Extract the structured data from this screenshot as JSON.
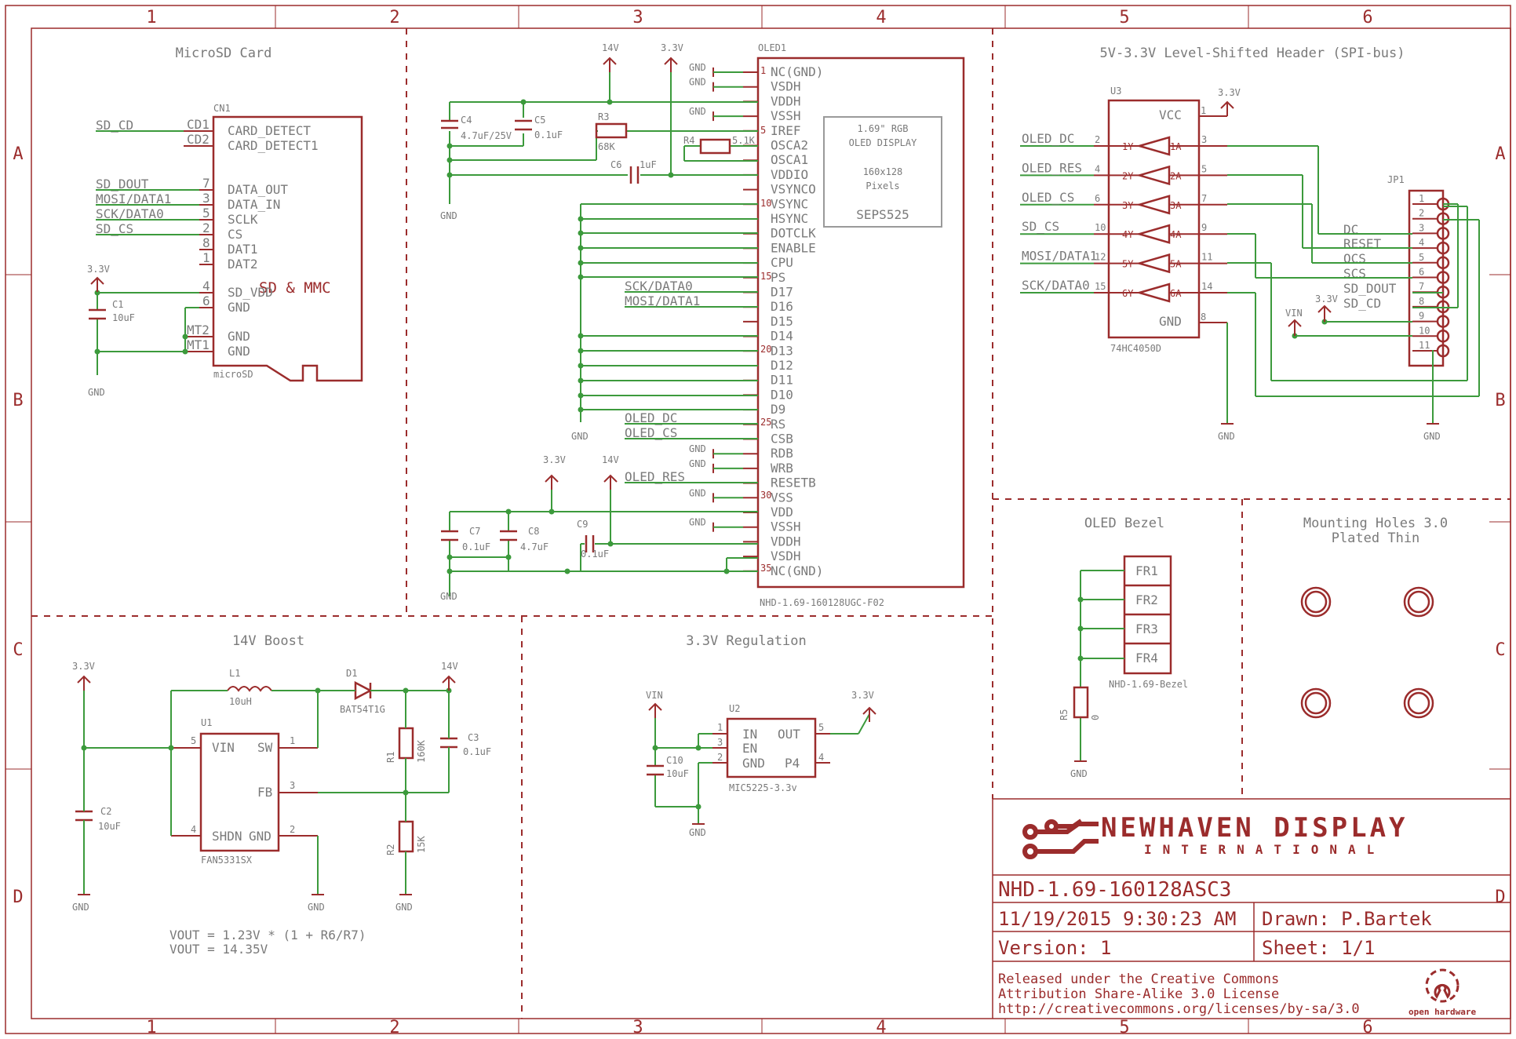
{
  "grid": {
    "columns": [
      "1",
      "2",
      "3",
      "4",
      "5",
      "6"
    ],
    "rows": [
      "A",
      "B",
      "C",
      "D"
    ]
  },
  "sections": {
    "microsd": "MicroSD Card",
    "oled": "",
    "header": "5V-3.3V Level-Shifted Header (SPI-bus)",
    "boost": "14V Boost",
    "regulation": "3.3V Regulation",
    "bezel": "OLED Bezel",
    "holes_line1": "Mounting Holes 3.0",
    "holes_line2": "Plated Thin"
  },
  "microsd": {
    "ref": "CN1",
    "part": "microSD",
    "label": "SD & MMC",
    "pins": [
      "CARD_DETECT",
      "CARD_DETECT1",
      "DATA_OUT",
      "DATA_IN",
      "SCLK",
      "CS",
      "DAT1",
      "DAT2",
      "SD_VDD",
      "GND",
      "GND",
      "GND"
    ],
    "pin_numbers": [
      "CD1",
      "CD2",
      "7",
      "3",
      "5",
      "2",
      "8",
      "1",
      "4",
      "6",
      "MT2",
      "MT1"
    ],
    "nets": [
      "SD_CD",
      "SD_DOUT",
      "MOSI/DATA1",
      "SCK/DATA0",
      "SD_CS"
    ],
    "c1_ref": "C1",
    "c1_val": "10uF",
    "supply": "3.3V",
    "gnd": "GND"
  },
  "oled": {
    "ref": "OLED1",
    "part": "NHD-1.69-160128UGC-F02",
    "panel_lines": [
      "1.69\" RGB",
      "OLED DISPLAY",
      "160x128",
      "Pixels"
    ],
    "driver": "SEPS525",
    "pins": [
      "NC(GND)",
      "VSDH",
      "VDDH",
      "VSSH",
      "IREF",
      "OSCA2",
      "OSCA1",
      "VDDIO",
      "VSYNCO",
      "VSYNC",
      "HSYNC",
      "DOTCLK",
      "ENABLE",
      "CPU",
      "PS",
      "D17",
      "D16",
      "D15",
      "D14",
      "D13",
      "D12",
      "D11",
      "D10",
      "D9",
      "RS",
      "CSB",
      "RDB",
      "WRB",
      "RESETB",
      "VSS",
      "VDD",
      "VSSH",
      "VDDH",
      "VSDH",
      "NC(GND)"
    ],
    "pin_numbers": [
      "1",
      "5",
      "10",
      "15",
      "20",
      "25",
      "30",
      "35"
    ],
    "nets": [
      "SCK/DATA0",
      "MOSI/DATA1",
      "OLED_DC",
      "OLED_CS",
      "OLED_RES"
    ],
    "supplies": [
      "14V",
      "3.3V",
      "14V",
      "3.3V"
    ],
    "gnd": "GND",
    "parts": [
      {
        "ref": "C4",
        "val": "4.7uF/25V"
      },
      {
        "ref": "C5",
        "val": "0.1uF"
      },
      {
        "ref": "R3",
        "val": "68K"
      },
      {
        "ref": "R4",
        "val": "5.1K"
      },
      {
        "ref": "C6",
        "val": "1uF"
      },
      {
        "ref": "C7",
        "val": "0.1uF"
      },
      {
        "ref": "C8",
        "val": "4.7uF"
      },
      {
        "ref": "C9",
        "val": "0.1uF"
      }
    ]
  },
  "header": {
    "ic_ref": "U3",
    "ic_part": "74HC4050D",
    "vcc": "VCC",
    "gnd_pin": "GND",
    "vcc_num": "1",
    "gnd_num": "8",
    "supply": "3.3V",
    "gnd": "GND",
    "inputs": [
      {
        "net": "OLED_DC",
        "num": "2",
        "y": "1Y",
        "a": "1A",
        "out": "3"
      },
      {
        "net": "OLED_RES",
        "num": "4",
        "y": "2Y",
        "a": "2A",
        "out": "5"
      },
      {
        "net": "OLED_CS",
        "num": "6",
        "y": "3Y",
        "a": "3A",
        "out": "7"
      },
      {
        "net": "SD_CS",
        "num": "10",
        "y": "4Y",
        "a": "4A",
        "out": "9"
      },
      {
        "net": "MOSI/DATA1",
        "num": "12",
        "y": "5Y",
        "a": "5A",
        "out": "11"
      },
      {
        "net": "SCK/DATA0",
        "num": "15",
        "y": "6Y",
        "a": "6A",
        "out": "14"
      }
    ],
    "jp_ref": "JP1",
    "jp_pins": [
      "1",
      "2",
      "3",
      "4",
      "5",
      "6",
      "7",
      "8",
      "9",
      "10",
      "11"
    ],
    "jp_nets": [
      "DC",
      "RESET",
      "OCS",
      "SCS",
      "SD_DOUT",
      "SD_CD"
    ],
    "extra_supplies": [
      "3.3V",
      "VIN"
    ]
  },
  "boost": {
    "l1_ref": "L1",
    "l1_val": "10uH",
    "d1_ref": "D1",
    "d1_val": "BAT54T1G",
    "u1_ref": "U1",
    "u1_part": "FAN5331SX",
    "u1_pins": [
      "VIN",
      "SW",
      "FB",
      "SHDN",
      "GND"
    ],
    "u1_nums": [
      "5",
      "1",
      "3",
      "4",
      "2"
    ],
    "r1_ref": "R1",
    "r1_val": "160K",
    "r2_ref": "R2",
    "r2_val": "15K",
    "c2_ref": "C2",
    "c2_val": "10uF",
    "c3_ref": "C3",
    "c3_val": "0.1uF",
    "vin": "3.3V",
    "vout": "14V",
    "gnd": "GND",
    "formula1": "VOUT = 1.23V * (1 + R6/R7)",
    "formula2": "VOUT = 14.35V"
  },
  "regulation": {
    "u2_ref": "U2",
    "u2_part": "MIC5225-3.3v",
    "pins": [
      "IN",
      "EN",
      "GND",
      "OUT",
      "P4"
    ],
    "nums": [
      "1",
      "3",
      "2",
      "5",
      "4"
    ],
    "c10_ref": "C10",
    "c10_val": "10uF",
    "vin": "VIN",
    "vout": "3.3V",
    "gnd": "GND"
  },
  "bezel": {
    "frames": [
      "FR1",
      "FR2",
      "FR3",
      "FR4"
    ],
    "part": "NHD-1.69-Bezel",
    "r5_ref": "R5",
    "r5_val": "0",
    "gnd": "GND"
  },
  "title_block": {
    "company": "NEWHAVEN DISPLAY",
    "company_sub": "INTERNATIONAL",
    "doc": "NHD-1.69-160128ASC3",
    "date": "11/19/2015 9:30:23 AM",
    "drawn": "Drawn: P.Bartek",
    "version": "Version: 1",
    "sheet": "Sheet: 1/1",
    "license1": "Released under the Creative Commons",
    "license2": "Attribution Share-Alike 3.0 License",
    "license3": "http://creativecommons.org/licenses/by-sa/3.0",
    "oshw": "open hardware"
  },
  "colors": {
    "frame": "#9b2c2c",
    "wire": "#3c9a3c",
    "text": "#7a7a7a"
  }
}
